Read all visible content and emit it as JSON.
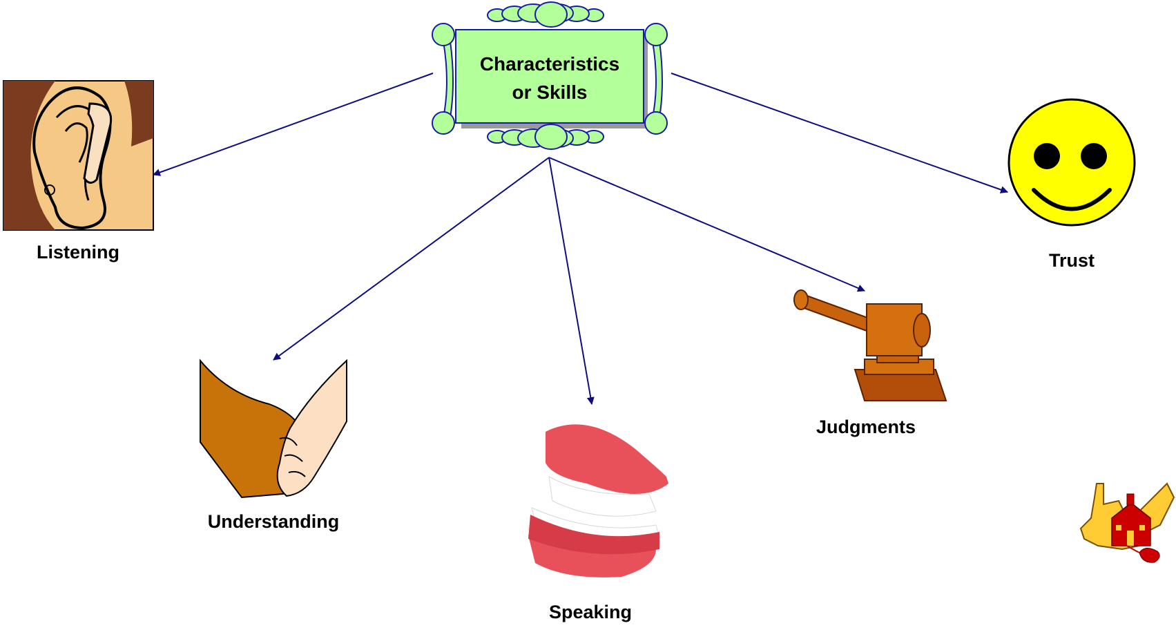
{
  "center": {
    "line1": "Characteristics",
    "line2": "or Skills"
  },
  "nodes": {
    "listening": "Listening",
    "understanding": "Understanding",
    "speaking": "Speaking",
    "judgments": "Judgments",
    "trust": "Trust"
  },
  "icons": {
    "listening": "ear-hearing-aid-icon",
    "understanding": "clasped-hands-icon",
    "speaking": "chattering-teeth-icon",
    "judgments": "gavel-icon",
    "trust": "smiley-face-icon",
    "logo": "west-virginia-schoolhouse-logo"
  },
  "colors": {
    "center_fill": "#b3ff99",
    "center_border": "#1a1aa6",
    "arrow": "#0d0d80",
    "smiley": "#ffff00"
  }
}
